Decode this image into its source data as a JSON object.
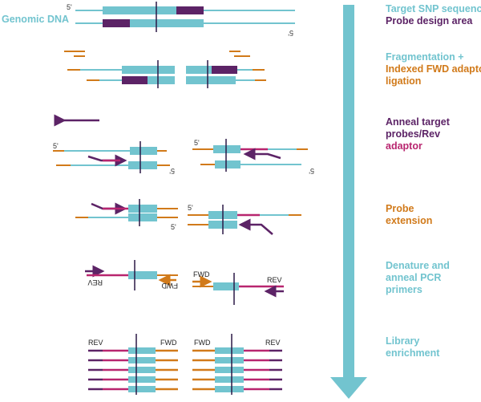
{
  "colors": {
    "teal": "#72c4cf",
    "purple": "#5c2366",
    "magenta": "#b8256f",
    "orange": "#d17a1a",
    "dark": "#2a1846",
    "arrow": "#72c4cf"
  },
  "labels": {
    "genomic_dna": "Genomic DNA",
    "five_prime": "5'",
    "fwd": "FWD",
    "rev": "REV"
  },
  "steps": [
    {
      "lines": [
        {
          "text": "Target SNP sequence",
          "color": "blue"
        },
        {
          "text": "Probe design area",
          "color": "purple"
        }
      ]
    },
    {
      "lines": [
        {
          "text": "Fragmentation +",
          "color": "blue"
        },
        {
          "text": "Indexed FWD adaptor",
          "color": "orange"
        },
        {
          "text": "ligation",
          "color": "orange"
        }
      ]
    },
    {
      "lines": [
        {
          "text": "Anneal target",
          "color": "purple"
        },
        {
          "text": "probes/Rev",
          "color": "purple"
        },
        {
          "text": "adaptor",
          "color": "magenta"
        }
      ]
    },
    {
      "lines": [
        {
          "text": "Probe",
          "color": "orange"
        },
        {
          "text": "extension",
          "color": "orange"
        }
      ]
    },
    {
      "lines": [
        {
          "text": "Denature and",
          "color": "blue"
        },
        {
          "text": "anneal PCR",
          "color": "blue"
        },
        {
          "text": "primers",
          "color": "blue"
        }
      ]
    },
    {
      "lines": [
        {
          "text": "Library",
          "color": "blue"
        },
        {
          "text": "enrichment",
          "color": "blue"
        }
      ]
    }
  ]
}
